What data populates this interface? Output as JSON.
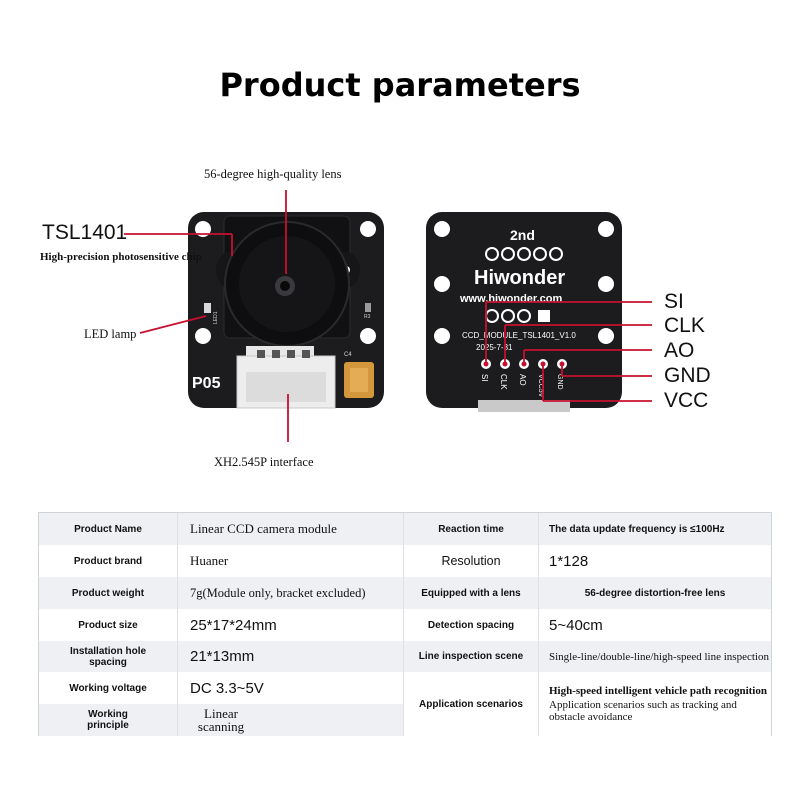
{
  "title": "Product parameters",
  "annotations": {
    "lens": "56-degree high-quality lens",
    "sensor": "TSL1401",
    "chip": "High-precision photosensitive chip",
    "led": "LED lamp",
    "interface": "XH2.545P interface"
  },
  "front_board": {
    "label": "P05",
    "led_silk": "LED1",
    "r3_silk": "R3",
    "c4_silk": "C4"
  },
  "back_board": {
    "title": "2nd",
    "brand": "Hiwonder",
    "url": "www.hiwonder.com",
    "model": "CCD_MODULE_TSL1401_V1.0",
    "date": "2025-7-31",
    "pin_silk": [
      "SI",
      "CLK",
      "AO",
      "VCC5V",
      "GND"
    ]
  },
  "pins": [
    "SI",
    "CLK",
    "AO",
    "GND",
    "VCC"
  ],
  "colors": {
    "board": "#1c1c1e",
    "pointer": "#c8102e",
    "table_shade": "#eef0f4"
  },
  "specs": {
    "left": [
      {
        "label": "Product Name",
        "value": "Linear CCD camera module"
      },
      {
        "label": "Product brand",
        "value": "Huaner"
      },
      {
        "label": "Product weight",
        "value": "7g(Module only, bracket excluded)"
      },
      {
        "label": "Product size",
        "value": "25*17*24mm"
      },
      {
        "label": "Installation hole spacing",
        "value": "21*13mm"
      },
      {
        "label": "Working voltage",
        "value": "DC 3.3~5V"
      },
      {
        "label": "Working principle",
        "value": "Linear scanning"
      }
    ],
    "right": [
      {
        "label": "Reaction time",
        "value": "The data update frequency is ≤100Hz"
      },
      {
        "label": "Resolution",
        "value": "1*128"
      },
      {
        "label": "Equipped with a lens",
        "value": "56-degree distortion-free lens"
      },
      {
        "label": "Detection spacing",
        "value": "5~40cm"
      },
      {
        "label": "Line inspection scene",
        "value": "Single-line/double-line/high-speed line inspection"
      },
      {
        "label": "Application scenarios",
        "value_1": "High-speed intelligent vehicle path recognition",
        "value_2": "Application scenarios such as tracking and obstacle avoidance"
      }
    ]
  }
}
